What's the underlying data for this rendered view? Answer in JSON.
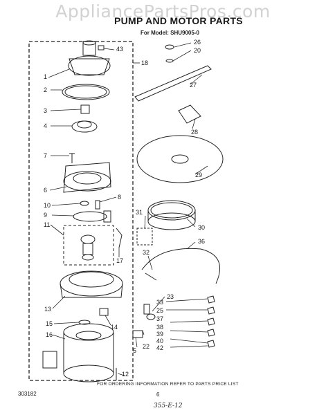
{
  "watermark": "AppliancePartsPros.com",
  "title": "PUMP AND MOTOR PARTS",
  "model_line": "For Model: SHU9005-0",
  "footer_note": "FOR ORDERING INFORMATION REFER TO PARTS PRICE LIST",
  "drawing_code": "303182",
  "page_number": "6",
  "handwritten_note": "355-E-12",
  "callouts": [
    {
      "id": "c43",
      "text": "43"
    },
    {
      "id": "c18",
      "text": "18"
    },
    {
      "id": "c1",
      "text": "1"
    },
    {
      "id": "c2",
      "text": "2"
    },
    {
      "id": "c3",
      "text": "3"
    },
    {
      "id": "c4",
      "text": "4"
    },
    {
      "id": "c7",
      "text": "7"
    },
    {
      "id": "c6",
      "text": "6"
    },
    {
      "id": "c8",
      "text": "8"
    },
    {
      "id": "c10",
      "text": "10"
    },
    {
      "id": "c9",
      "text": "9"
    },
    {
      "id": "c11",
      "text": "11"
    },
    {
      "id": "c17",
      "text": "17"
    },
    {
      "id": "c13",
      "text": "13"
    },
    {
      "id": "c15",
      "text": "15"
    },
    {
      "id": "c14",
      "text": "14"
    },
    {
      "id": "c16",
      "text": "16"
    },
    {
      "id": "c23",
      "text": "23"
    },
    {
      "id": "c5",
      "text": "5"
    },
    {
      "id": "c22",
      "text": "22"
    },
    {
      "id": "c12",
      "text": "12"
    },
    {
      "id": "c26",
      "text": "26"
    },
    {
      "id": "c20",
      "text": "20"
    },
    {
      "id": "c27",
      "text": "27"
    },
    {
      "id": "c28",
      "text": "28"
    },
    {
      "id": "c29",
      "text": "29"
    },
    {
      "id": "c31",
      "text": "31"
    },
    {
      "id": "c30",
      "text": "30"
    },
    {
      "id": "c36",
      "text": "36"
    },
    {
      "id": "c32",
      "text": "32"
    },
    {
      "id": "c33",
      "text": "33"
    },
    {
      "id": "c25",
      "text": "25"
    },
    {
      "id": "c37",
      "text": "37"
    },
    {
      "id": "c38",
      "text": "38"
    },
    {
      "id": "c39",
      "text": "39"
    },
    {
      "id": "c40",
      "text": "40"
    },
    {
      "id": "c42",
      "text": "42"
    }
  ]
}
